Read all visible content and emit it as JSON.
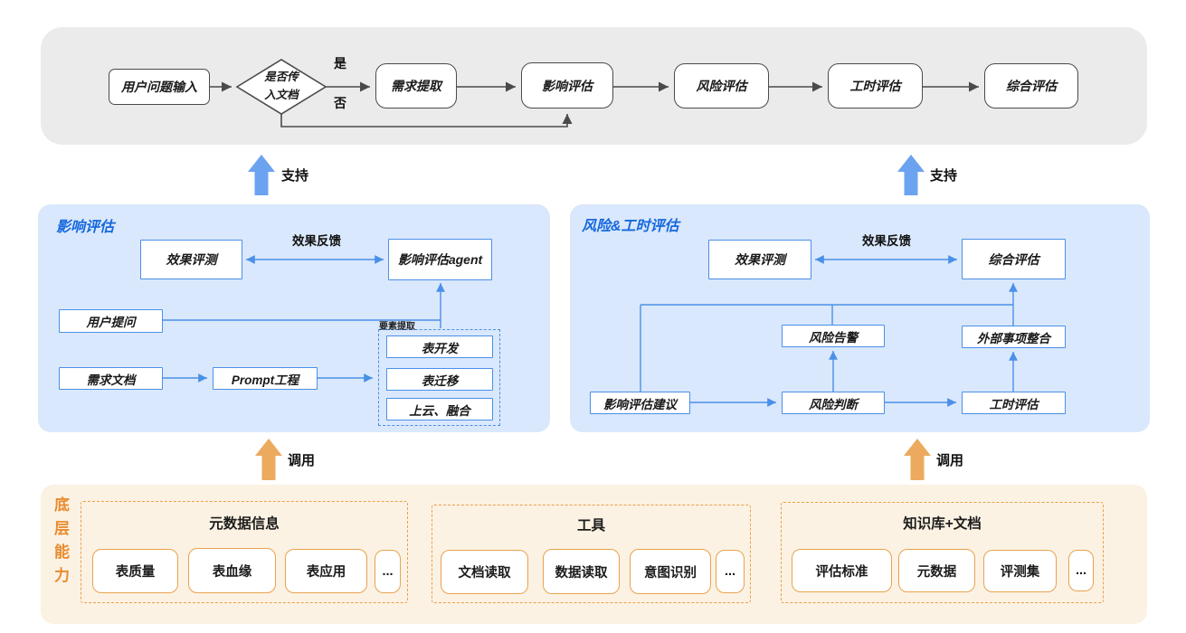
{
  "top_flow": {
    "user_input": "用户问题输入",
    "decision_line1": "是否传",
    "decision_line2": "入文档",
    "yes": "是",
    "no": "否",
    "steps": {
      "extract": "需求提取",
      "impact": "影响评估",
      "risk": "风险评估",
      "hours": "工时评估",
      "overall": "综合评估"
    }
  },
  "support_label": "支持",
  "invoke_label": "调用",
  "impact_panel": {
    "title": "影响评估",
    "effect_eval": "效果评测",
    "feedback": "效果反馈",
    "agent": "影响评估agent",
    "user_question": "用户提问",
    "requirement_doc": "需求文档",
    "prompt_engineering": "Prompt工程",
    "extract_group_label": "要素提取",
    "extract_items": [
      "表开发",
      "表迁移",
      "上云、融合"
    ]
  },
  "risk_panel": {
    "title": "风险&工时评估",
    "effect_eval": "效果评测",
    "feedback": "效果反馈",
    "overall": "综合评估",
    "risk_alert": "风险告警",
    "external_integration": "外部事项整合",
    "impact_suggestion": "影响评估建议",
    "risk_judge": "风险判断",
    "hours": "工时评估"
  },
  "base_panel": {
    "side_title": "底层能力",
    "groups": [
      {
        "title": "元数据信息",
        "items": [
          "表质量",
          "表血缘",
          "表应用",
          "..."
        ]
      },
      {
        "title": "工具",
        "items": [
          "文档读取",
          "数据读取",
          "意图识别",
          "..."
        ]
      },
      {
        "title": "知识库+文档",
        "items": [
          "评估标准",
          "元数据",
          "评测集",
          "..."
        ]
      }
    ]
  },
  "colors": {
    "panel_gray": "#ebebeb",
    "panel_blue": "#d9e8fc",
    "panel_cream": "#fcf2e3",
    "connector_blue": "#4a90e8",
    "connector_dark": "#4a4a4a",
    "support_arrow_blue": "#6ba3f0",
    "invoke_arrow_orange": "#ecaa5e",
    "title_blue": "#1668dd",
    "base_orange": "#e78c30"
  }
}
